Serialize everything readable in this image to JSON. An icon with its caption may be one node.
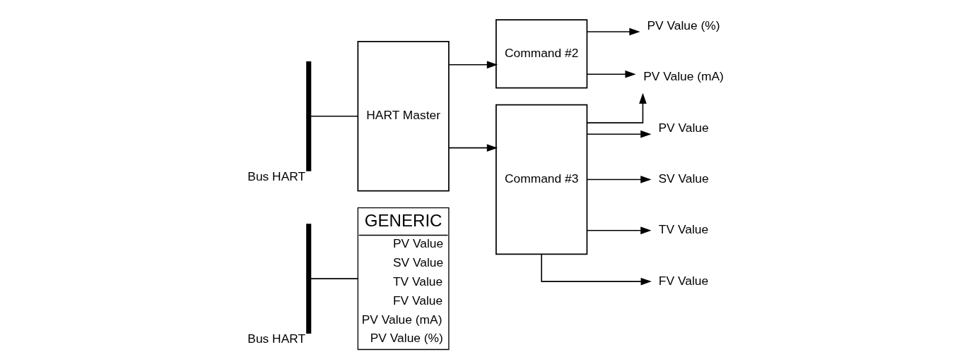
{
  "diagram": {
    "nodes": [
      {
        "text": [],
        "shape": "bar",
        "beside": [
          "Bus HART"
        ]
      },
      {
        "text": [
          "GENERIC",
          "PV Value",
          "SV Value",
          "TV Value",
          "FV Value",
          "PV Value (mA)",
          "PV Value (%)"
        ]
      },
      {
        "text": [],
        "shape": "bar",
        "beside": [
          "Bus HART"
        ]
      },
      {
        "text": [
          "HART Master"
        ]
      },
      {
        "text": [
          "Command #2"
        ]
      },
      {
        "text": [
          "Command #3"
        ]
      },
      {
        "text": [
          "PV Value (%)"
        ]
      },
      {
        "text": [
          "PV Value (mA)"
        ]
      },
      {
        "text": [
          "PV Value"
        ]
      },
      {
        "text": [
          "SV Value"
        ]
      },
      {
        "text": [
          "TV Value"
        ]
      },
      {
        "text": [
          "FV Value"
        ]
      }
    ],
    "edges": [
      {
        "from": 0,
        "to": 1,
        "arrow": "none"
      },
      {
        "from": 2,
        "to": 3,
        "arrow": "none"
      },
      {
        "from": 3,
        "to": 4,
        "arrow": "to"
      },
      {
        "from": 3,
        "to": 5,
        "arrow": "to"
      },
      {
        "from": 4,
        "to": 6,
        "arrow": "to"
      },
      {
        "from": 4,
        "to": 7,
        "arrow": "to"
      },
      {
        "from": 5,
        "to": 7,
        "arrow": "to"
      },
      {
        "from": 5,
        "to": 8,
        "arrow": "to"
      },
      {
        "from": 5,
        "to": 9,
        "arrow": "to"
      },
      {
        "from": 5,
        "to": 10,
        "arrow": "to"
      },
      {
        "from": 5,
        "to": 11,
        "arrow": "to"
      }
    ]
  }
}
